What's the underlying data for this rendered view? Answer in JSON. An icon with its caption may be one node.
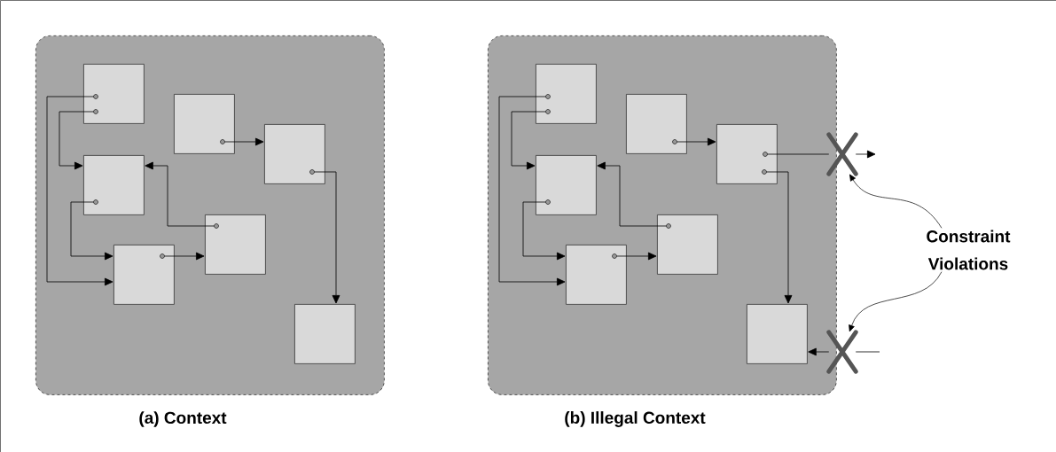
{
  "diagram": {
    "nodes": [
      {
        "text": [],
        "shape": "box"
      },
      {
        "text": [],
        "shape": "box",
        "in": 0
      },
      {
        "text": [],
        "shape": "box",
        "in": 0
      },
      {
        "text": [],
        "shape": "box",
        "in": 0
      },
      {
        "text": [],
        "shape": "box",
        "in": 0
      },
      {
        "text": [],
        "shape": "box",
        "in": 0
      },
      {
        "text": [],
        "shape": "box",
        "in": 0
      },
      {
        "text": [],
        "shape": "box",
        "in": 0
      },
      {
        "text": [],
        "shape": "box"
      },
      {
        "text": [],
        "shape": "box",
        "in": 8
      },
      {
        "text": [],
        "shape": "box",
        "in": 8
      },
      {
        "text": [],
        "shape": "box",
        "in": 8
      },
      {
        "text": [],
        "shape": "box",
        "in": 8
      },
      {
        "text": [],
        "shape": "box",
        "in": 8
      },
      {
        "text": [],
        "shape": "box",
        "in": 8
      },
      {
        "text": [],
        "shape": "box",
        "in": 8
      },
      {
        "text": [],
        "shape": "cross"
      },
      {
        "text": [],
        "shape": "cross"
      },
      {
        "text": [
          "Constraint Violations"
        ]
      }
    ],
    "edges": [
      {
        "from": 1,
        "to": 6,
        "arrow": "to"
      },
      {
        "from": 1,
        "to": 4,
        "arrow": "to"
      },
      {
        "from": 2,
        "to": 3,
        "arrow": "to"
      },
      {
        "from": 3,
        "to": 7,
        "arrow": "to"
      },
      {
        "from": 4,
        "to": 6,
        "arrow": "to"
      },
      {
        "from": 5,
        "to": 4,
        "arrow": "to"
      },
      {
        "from": 6,
        "to": 5,
        "arrow": "to"
      },
      {
        "from": 9,
        "to": 14,
        "arrow": "to"
      },
      {
        "from": 9,
        "to": 12,
        "arrow": "to"
      },
      {
        "from": 10,
        "to": 11,
        "arrow": "to"
      },
      {
        "from": 11,
        "to": 15,
        "arrow": "to"
      },
      {
        "from": 12,
        "to": 14,
        "arrow": "to"
      },
      {
        "from": 13,
        "to": 12,
        "arrow": "to"
      },
      {
        "from": 14,
        "to": 13,
        "arrow": "to"
      },
      {
        "from": 11,
        "to": 16,
        "arrow": "none"
      },
      {
        "from": 16,
        "to": null,
        "arrow": "to"
      },
      {
        "from": null,
        "to": 17,
        "arrow": "none"
      },
      {
        "from": 17,
        "to": 15,
        "arrow": "to"
      },
      {
        "from": 18,
        "to": 16,
        "arrow": "to"
      },
      {
        "from": 18,
        "to": 17,
        "arrow": "to"
      }
    ],
    "labels": [
      "(a) Context",
      "(b) Illegal Context"
    ]
  }
}
